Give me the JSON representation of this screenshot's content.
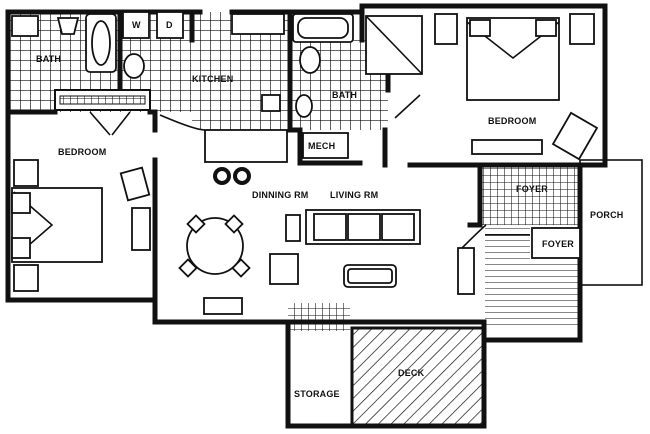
{
  "rooms": {
    "bath_left": "BATH",
    "washer": "W",
    "dryer": "D",
    "kitchen": "KITCHEN",
    "bath_center": "BATH",
    "bedroom_left": "BEDROOM",
    "bedroom_right": "BEDROOM",
    "mech": "MECH",
    "dining": "DINNING RM",
    "living": "LIVING RM",
    "foyer_upper": "FOYER",
    "foyer_lower": "FOYER",
    "porch": "PORCH",
    "storage": "STORAGE",
    "deck": "DECK"
  },
  "colors": {
    "ink": "#111111",
    "paper": "#ffffff"
  }
}
